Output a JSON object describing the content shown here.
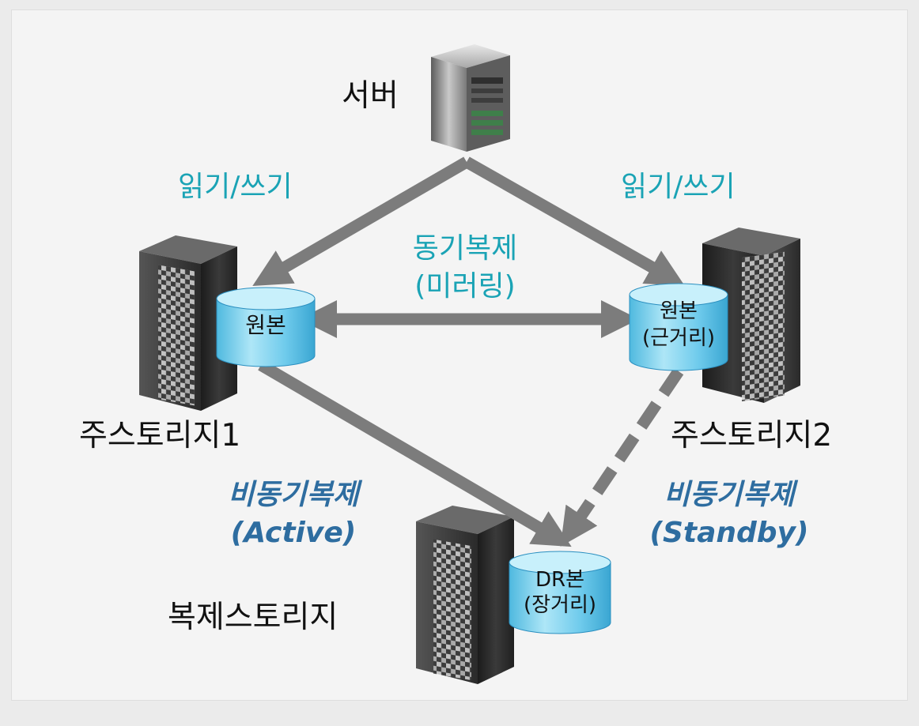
{
  "nodes": {
    "server": {
      "label": "서버"
    },
    "primary1": {
      "label": "주스토리지1",
      "volume": "원본"
    },
    "primary2": {
      "label": "주스토리지2",
      "volume_line1": "원본",
      "volume_line2": "(근거리)"
    },
    "replica": {
      "label": "복제스토리지",
      "volume_line1": "DR본",
      "volume_line2": "(장거리)"
    }
  },
  "edges": {
    "read_write_left": "읽기/쓰기",
    "read_write_right": "읽기/쓰기",
    "sync_line1": "동기복제",
    "sync_line2": "(미러링)",
    "async_active_line1": "비동기복제",
    "async_active_line2": "(Active)",
    "async_standby_line1": "비동기복제",
    "async_standby_line2": "(Standby)"
  },
  "colors": {
    "arrow": "#7c7c7c",
    "teal_text": "#1aa3b5",
    "blue_text": "#2e6da0",
    "cylinder": "#8fd6ef"
  }
}
